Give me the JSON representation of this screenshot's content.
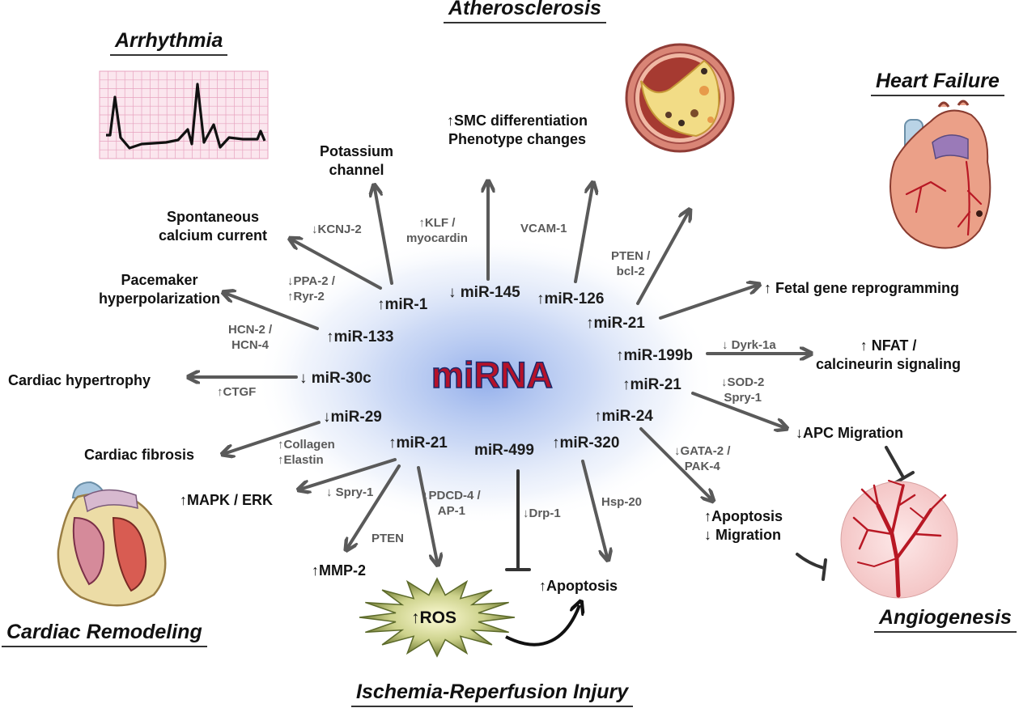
{
  "colors": {
    "arrow": "#5a5a5a",
    "center_text": "#b5122a",
    "center_outline": "#1a2a6c",
    "center_glow": "#9fb8ea",
    "ecg_grid": "#e7a3bf",
    "vessel_red": "#b81824"
  },
  "center": {
    "label": "miRNA"
  },
  "diseases": {
    "atherosclerosis": "Atherosclerosis",
    "arrhythmia": "Arrhythmia",
    "heart_failure": "Heart Failure",
    "cardiac_remodeling": "Cardiac Remodeling",
    "angiogenesis": "Angiogenesis",
    "ischemia": "Ischemia-Reperfusion Injury"
  },
  "mirnas": {
    "mir1": "↑miR-1",
    "mir145": "↓ miR-145",
    "mir126": "↑miR-126",
    "mir21_top": "↑miR-21",
    "mir133": "↑miR-133",
    "mir30c": "↓ miR-30c",
    "mir199b": "↑miR-199b",
    "mir21_mid": "↑miR-21",
    "mir29": "↓miR-29",
    "mir24": "↑miR-24",
    "mir21_bottom": "↑miR-21",
    "mir499": "miR-499",
    "mir320": "↑miR-320"
  },
  "outcomes": {
    "potassium": [
      "Potassium",
      "channel"
    ],
    "smc": [
      "↑SMC differentiation",
      "Phenotype changes"
    ],
    "spontaneous": [
      "Spontaneous",
      "calcium current"
    ],
    "pacemaker": [
      "Pacemaker",
      "hyperpolarization"
    ],
    "hypertrophy": "Cardiac hypertrophy",
    "fetal": "↑ Fetal gene reprogramming",
    "nfat": [
      "↑ NFAT /",
      "calcineurin signaling"
    ],
    "apc": "↓APC Migration",
    "fibrosis": "Cardiac fibrosis",
    "mapk": "↑MAPK / ERK",
    "mmp2": "↑MMP-2",
    "apoptosis_center": "↑Apoptosis",
    "apoptosis_migration": [
      "↑Apoptosis",
      "↓ Migration"
    ],
    "ros": "↑ROS"
  },
  "regulators": {
    "kcnj2": "↓KCNJ-2",
    "klf": [
      "↑KLF /",
      "myocardin"
    ],
    "vcam": "VCAM-1",
    "pten_bcl": [
      "PTEN /",
      "bcl-2"
    ],
    "ppa_ryr": [
      "↓PPA-2 /",
      "↑Ryr-2"
    ],
    "hcn": [
      "HCN-2 /",
      "HCN-4"
    ],
    "ctgf": "↑CTGF",
    "dyrk": "↓ Dyrk-1a",
    "sod_spry": [
      "↓SOD-2",
      "Spry-1"
    ],
    "collagen": [
      "↑Collagen",
      "↑Elastin"
    ],
    "gata": [
      "↓GATA-2 /",
      "PAK-4"
    ],
    "spry1": "↓ Spry-1",
    "pten": "PTEN",
    "pdcd": [
      "↓PDCD-4 /",
      "AP-1"
    ],
    "drp": "↓Drp-1",
    "hsp": "Hsp-20"
  }
}
